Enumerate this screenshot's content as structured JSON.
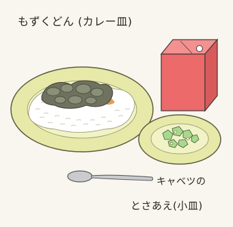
{
  "labels": {
    "main_dish": "もずくどん (カレー皿)",
    "side_dish_line1": "キャベツの",
    "side_dish_line2": "とさあえ(小皿)"
  },
  "colors": {
    "background": "#f8f6ee",
    "plate_rim": "#e6e9a8",
    "plate_outline": "#5d5a3f",
    "rice": "#ffffff",
    "mozuku": "#6f725f",
    "orange_accent": "#d98e3b",
    "juice_box": "#ec6a6a",
    "cabbage": "#a8d98d",
    "spoon": "#c9cbcd"
  },
  "icons": {
    "main_plate": "rice-bowl-icon",
    "side_plate": "side-dish-icon",
    "drink": "juice-box-icon",
    "utensil": "spoon-icon"
  }
}
